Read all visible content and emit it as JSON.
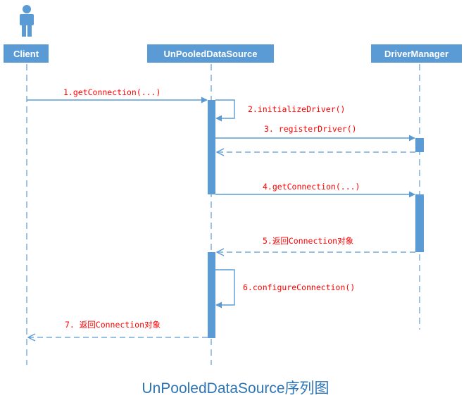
{
  "actor": {
    "icon": "person-icon"
  },
  "lifelines": [
    {
      "id": "client",
      "label": "Client"
    },
    {
      "id": "unpooled",
      "label": "UnPooledDataSource"
    },
    {
      "id": "driver",
      "label": "DriverManager"
    }
  ],
  "messages": [
    {
      "id": "m1",
      "label": "1.getConnection(...)",
      "from": "client",
      "to": "unpooled",
      "kind": "call"
    },
    {
      "id": "m2",
      "label": "2.initializeDriver()",
      "from": "unpooled",
      "to": "unpooled",
      "kind": "self"
    },
    {
      "id": "m3",
      "label": "3. registerDriver()",
      "from": "unpooled",
      "to": "driver",
      "kind": "call"
    },
    {
      "id": "m3r",
      "label": "",
      "from": "driver",
      "to": "unpooled",
      "kind": "return"
    },
    {
      "id": "m4",
      "label": "4.getConnection(...)",
      "from": "unpooled",
      "to": "driver",
      "kind": "call"
    },
    {
      "id": "m5",
      "label": "5.返回Connection对象",
      "from": "driver",
      "to": "unpooled",
      "kind": "return"
    },
    {
      "id": "m6",
      "label": "6.configureConnection()",
      "from": "unpooled",
      "to": "unpooled",
      "kind": "self"
    },
    {
      "id": "m7",
      "label": "7. 返回Connection对象",
      "from": "unpooled",
      "to": "client",
      "kind": "return"
    }
  ],
  "caption": "UnPooledDataSource序列图",
  "colors": {
    "lifeline_box": "#5b9bd5",
    "activation": "#5b9bd5",
    "arrow": "#5b9bd5",
    "message_text": "#ff0000",
    "caption": "#2e75b6"
  }
}
